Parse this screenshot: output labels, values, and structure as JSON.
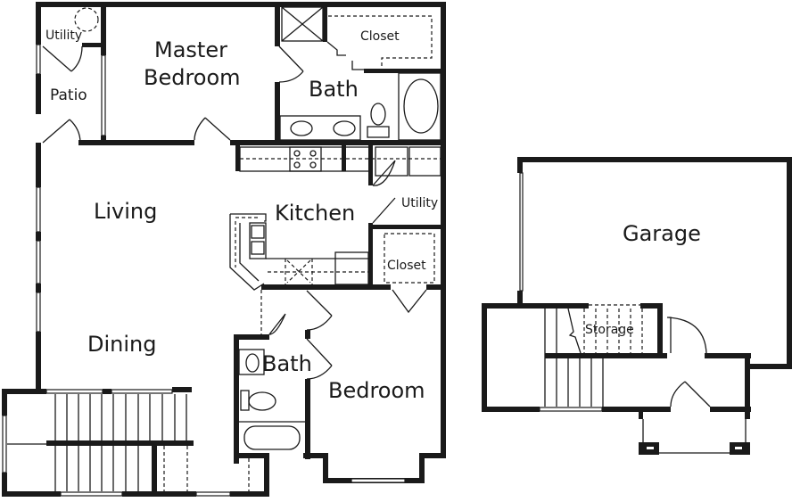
{
  "floor_plan": {
    "units": [
      {
        "name": "main-unit",
        "rooms": [
          {
            "id": "utility-1",
            "label": "Utility"
          },
          {
            "id": "patio",
            "label": "Patio"
          },
          {
            "id": "master-bedroom",
            "label": "Master\nBedroom",
            "label_lines": [
              "Master",
              "Bedroom"
            ]
          },
          {
            "id": "closet-master",
            "label": "Closet"
          },
          {
            "id": "bath-master",
            "label": "Bath"
          },
          {
            "id": "living",
            "label": "Living"
          },
          {
            "id": "kitchen",
            "label": "Kitchen"
          },
          {
            "id": "utility-2",
            "label": "Utility"
          },
          {
            "id": "closet-2",
            "label": "Closet"
          },
          {
            "id": "dining",
            "label": "Dining"
          },
          {
            "id": "bath-2",
            "label": "Bath"
          },
          {
            "id": "bedroom",
            "label": "Bedroom"
          }
        ]
      },
      {
        "name": "garage-unit",
        "rooms": [
          {
            "id": "garage",
            "label": "Garage"
          },
          {
            "id": "storage",
            "label": "Storage"
          }
        ]
      }
    ],
    "colors": {
      "wall": "#1a1a1a",
      "background": "#ffffff"
    }
  },
  "labels": {
    "utility_1": "Utility",
    "patio": "Patio",
    "master_1": "Master",
    "master_2": "Bedroom",
    "closet_master": "Closet",
    "bath_master": "Bath",
    "living": "Living",
    "kitchen": "Kitchen",
    "utility_2": "Utility",
    "closet_2": "Closet",
    "dining": "Dining",
    "bath_2": "Bath",
    "bedroom": "Bedroom",
    "garage": "Garage",
    "storage": "Storage"
  }
}
